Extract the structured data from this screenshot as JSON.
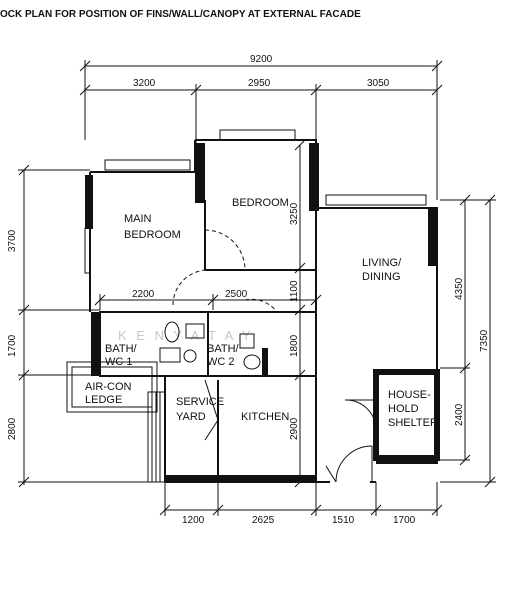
{
  "plan": {
    "title": "OCK PLAN FOR POSITION OF FINS/WALL/CANOPY AT EXTERNAL FACADE",
    "watermark": "K E N Y A T A Y",
    "dims_top": {
      "overall": "9200",
      "d1": "3200",
      "d2": "2950",
      "d3": "3050"
    },
    "dims_inner": {
      "d1": "2200",
      "d2": "2500"
    },
    "dims_left": {
      "d1": "3700",
      "d2": "1700",
      "d3": "2800"
    },
    "dims_right": {
      "overall": "7350",
      "d1": "4350",
      "d2": "2400"
    },
    "dims_mid": {
      "v1": "3250",
      "v2": "1100",
      "v3": "1800",
      "v4": "2900"
    },
    "dims_bottom": {
      "d1": "1200",
      "d2": "2625",
      "d3": "1510",
      "d4": "1700"
    },
    "rooms": {
      "main_bedroom_l1": "MAIN",
      "main_bedroom_l2": "BEDROOM",
      "bedroom": "BEDROOM",
      "living_l1": "LIVING/",
      "living_l2": "DINING",
      "bath1_l1": "BATH/",
      "bath1_l2": "WC 1",
      "bath2_l1": "BATH/",
      "bath2_l2": "WC 2",
      "aircon_l1": "AIR-CON",
      "aircon_l2": "LEDGE",
      "service_l1": "SERVICE",
      "service_l2": "YARD",
      "kitchen": "KITCHEN",
      "shelter_l1": "HOUSE-",
      "shelter_l2": "HOLD",
      "shelter_l3": "SHELTER"
    }
  }
}
